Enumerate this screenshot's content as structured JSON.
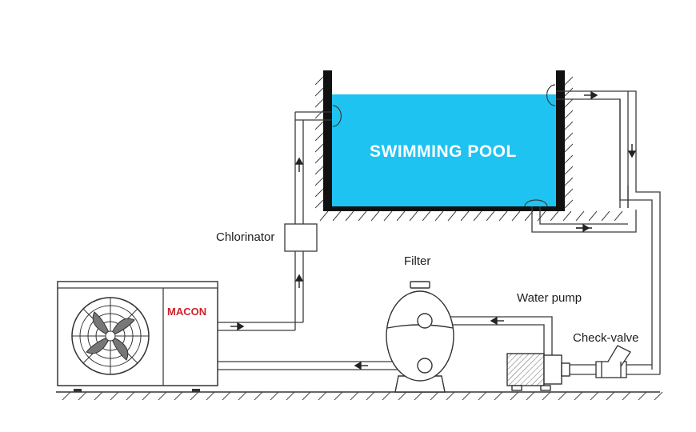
{
  "diagram": {
    "pool_label": "SWIMMING POOL",
    "brand_label": "MACON",
    "components": {
      "chlorinator": "Chlorinator",
      "filter": "Filter",
      "water_pump": "Water pump",
      "check_valve": "Check-valve"
    }
  },
  "colors": {
    "water": "#1ec3f2",
    "pool_text": "#ffffff",
    "brand": "#d01f2a",
    "line": "#3a3a3a",
    "wall": "#111111"
  }
}
